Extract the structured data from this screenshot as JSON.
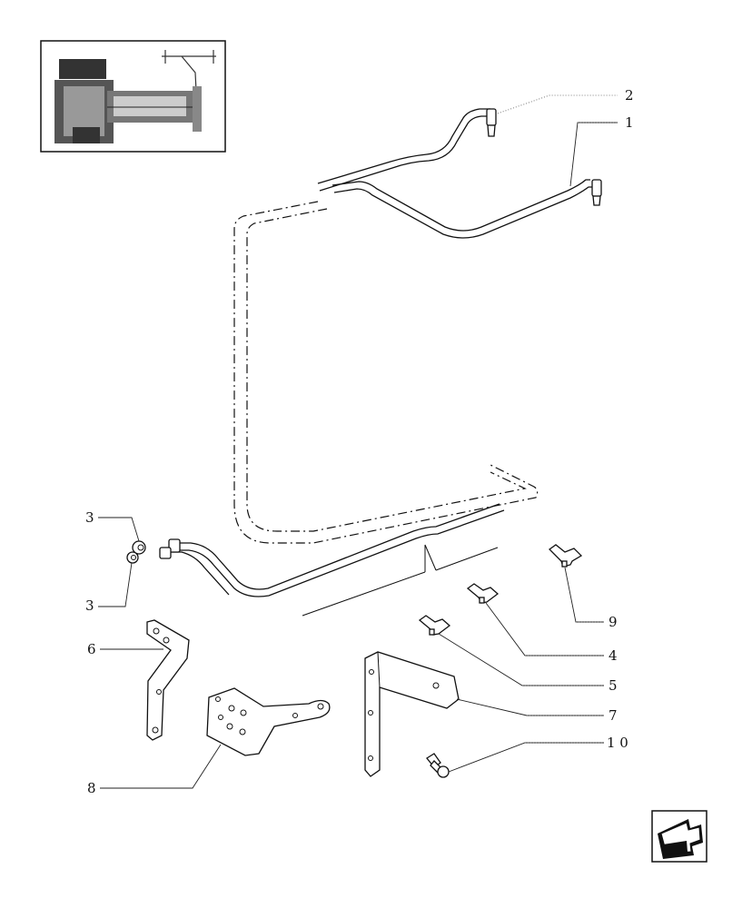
{
  "callouts": [
    {
      "id": "c2",
      "text": "2"
    },
    {
      "id": "c1",
      "text": "1"
    },
    {
      "id": "c3a",
      "text": "3"
    },
    {
      "id": "c3b",
      "text": "3"
    },
    {
      "id": "c6",
      "text": "6"
    },
    {
      "id": "c9",
      "text": "9"
    },
    {
      "id": "c4",
      "text": "4"
    },
    {
      "id": "c5",
      "text": "5"
    },
    {
      "id": "c7",
      "text": "7"
    },
    {
      "id": "c10",
      "text": "1 0"
    },
    {
      "id": "c8",
      "text": "8"
    }
  ],
  "icons": {
    "thumbnail": "tractor-section-thumbnail-icon",
    "navigation": "back-arrow-icon"
  }
}
